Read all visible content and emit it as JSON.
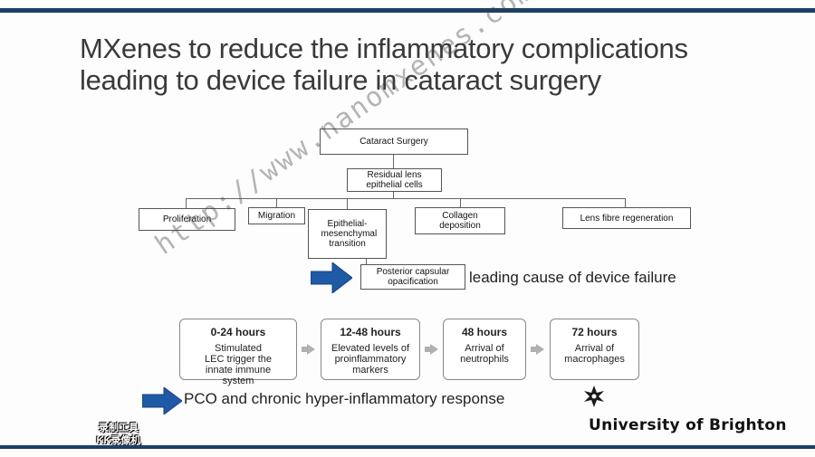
{
  "title": {
    "line1": "MXenes to reduce the inflammatory complications",
    "line2": "leading to device failure in cataract surgery"
  },
  "diagram": {
    "root": "Cataract Surgery",
    "middle": "Residual lens epithelial cells",
    "branches": {
      "proliferation": "Proliferation",
      "migration": "Migration",
      "emt": "Epithelial-mesenchymal transition",
      "collagen": "Collagen deposition",
      "lens_fibre": "Lens fibre regeneration"
    },
    "outcome": "Posterior capsular opacification",
    "outcome_annotation": "leading cause of device failure"
  },
  "timeline": [
    {
      "time": "0-24 hours",
      "desc": "Stimulated LEC trigger the innate immune system"
    },
    {
      "time": "12-48 hours",
      "desc": "Elevated levels of proinflammatory markers"
    },
    {
      "time": "48 hours",
      "desc": "Arrival of neutrophils"
    },
    {
      "time": "72 hours",
      "desc": "Arrival of macrophages"
    }
  ],
  "conclusion": "PCO and chronic hyper-inflammatory response",
  "brand": "University of Brighton",
  "watermark": "http://www.nanomxenes.com",
  "recorder": {
    "line1": "录制工具",
    "line2": "KK录像机"
  },
  "colors": {
    "accent_bar": "#1e3f66",
    "blue_arrow": "#1f5aa6"
  },
  "icons": [
    "blue-arrow-icon",
    "gray-arrow-icon",
    "star-logo-icon"
  ]
}
